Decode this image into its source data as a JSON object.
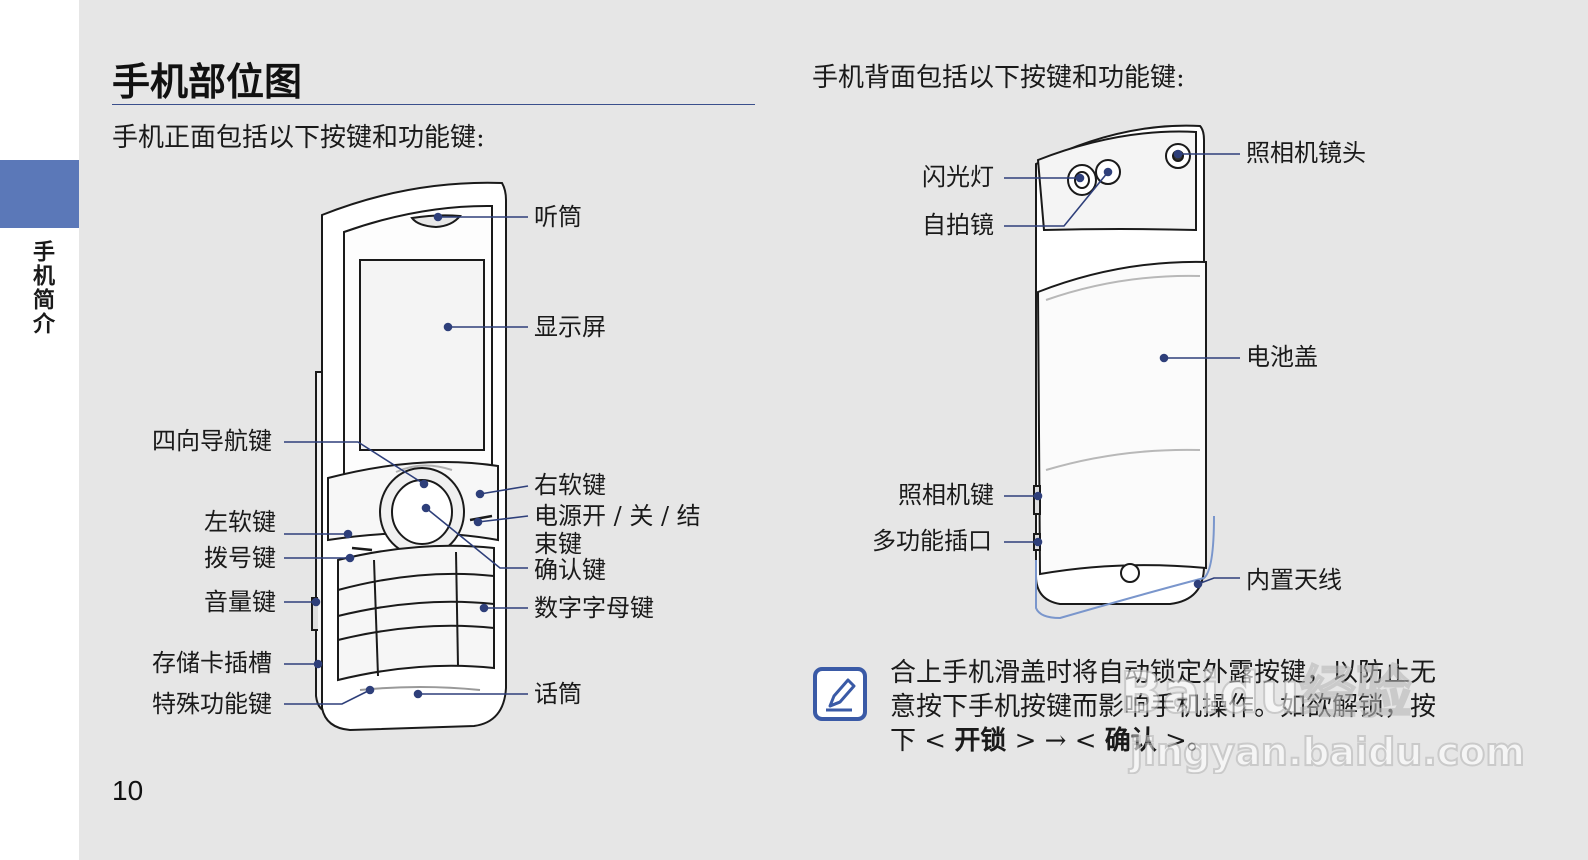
{
  "side_tab": {
    "label": "手机简介",
    "color": "#5b78b8"
  },
  "section_title": "手机部位图",
  "front": {
    "intro": "手机正面包括以下按键和功能键:",
    "callouts": {
      "earpiece": "听筒",
      "display": "显示屏",
      "nav_key": "四向导航键",
      "left_soft_key": "左软键",
      "dial_key": "拨号键",
      "volume_key": "音量键",
      "memory_card_slot": "存储卡插槽",
      "special_function_key": "特殊功能键",
      "right_soft_key": "右软键",
      "power_end_key": "电源开 / 关 / 结束键",
      "confirm_key": "确认键",
      "alphanumeric_keys": "数字字母键",
      "microphone": "话筒"
    }
  },
  "back": {
    "intro": "手机背面包括以下按键和功能键:",
    "callouts": {
      "flash": "闪光灯",
      "self_portrait_mirror": "自拍镜",
      "camera_lens": "照相机镜头",
      "battery_cover": "电池盖",
      "camera_key": "照相机键",
      "multifunction_jack": "多功能插口",
      "internal_antenna": "内置天线"
    }
  },
  "note": {
    "icon": "note-pencil-icon",
    "text_before": "合上手机滑盖时将自动锁定外露按键，以防止无意按下手机按键而影响手机操作。如欲解锁，按下 < ",
    "key1": "开锁",
    "text_middle": " > → < ",
    "key2": "确认",
    "text_after": " >。"
  },
  "page_number": "10",
  "watermark": {
    "brand": "Baidu经验",
    "url": "jingyan.baidu.com"
  },
  "colors": {
    "accent": "#5b78b8",
    "leader": "#2e3f7a",
    "antenna": "#7a96cc"
  }
}
